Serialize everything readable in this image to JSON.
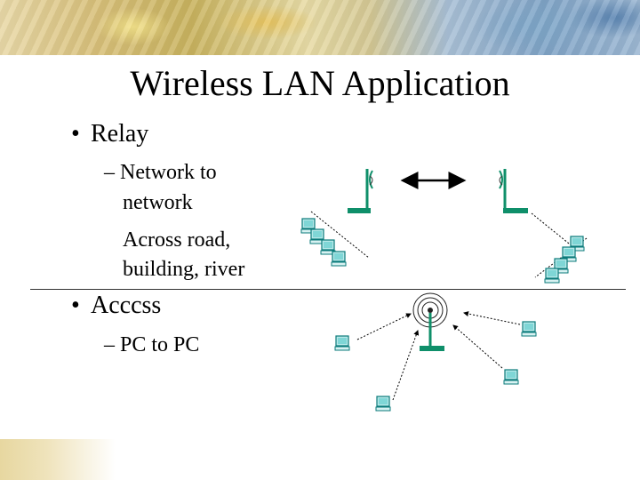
{
  "slide": {
    "title": "Wireless LAN Application",
    "sections": [
      {
        "bullet": "Relay",
        "subitems": [
          "– Network to",
          "network",
          "Across road,",
          "building, river"
        ]
      },
      {
        "bullet": "Acccss",
        "subitems": [
          "– PC to PC"
        ]
      }
    ]
  },
  "icons": [
    "antenna-icon",
    "double-arrow-icon",
    "computer-icon",
    "access-point-icon"
  ],
  "colors": {
    "pc_screen": "#7fd6d6",
    "pc_body": "#0a8a8a",
    "antenna": "#0f8f6a"
  }
}
